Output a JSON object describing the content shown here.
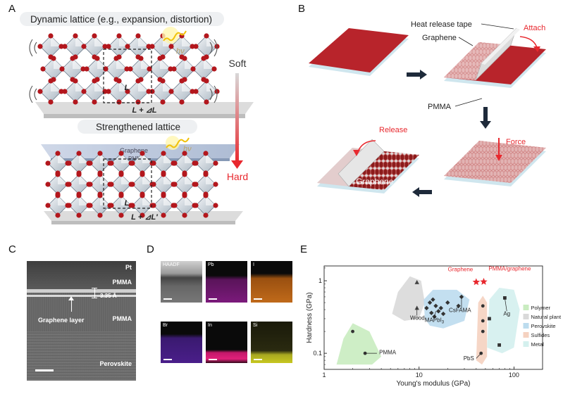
{
  "panels": {
    "a": {
      "letter": "A",
      "dynamic_title": "Dynamic lattice (e.g., expansion, distortion)",
      "strengthened_title": "Strengthened lattice",
      "hv": "hν",
      "L": "L",
      "L_dL": "L + ⊿L",
      "L_dLp": "L + ⊿L′",
      "soft": "Soft",
      "hard": "Hard",
      "graphene": "Graphene",
      "pmma": "PMMA"
    },
    "b": {
      "letter": "B",
      "heat_release_tape": "Heat release tape",
      "graphene": "Graphene",
      "attach": "Attach",
      "pmma": "PMMA",
      "force": "Force",
      "release": "Release",
      "graphene2": "Graphene"
    },
    "c": {
      "letter": "C",
      "pt": "Pt",
      "pmma_top": "PMMA",
      "spacing": "3.35 Å",
      "graphene_layer": "Graphene layer",
      "pmma_bottom": "PMMA",
      "perovskite": "Perovskite"
    },
    "d": {
      "letter": "D",
      "tiles": [
        {
          "label": "HAADF",
          "color": "#8a8a8a"
        },
        {
          "label": "Pb",
          "color": "#c020c0"
        },
        {
          "label": "I",
          "color": "#e07b1a"
        },
        {
          "label": "Br",
          "color": "#7a2ad0"
        },
        {
          "label": "In",
          "color": "#e0207a"
        },
        {
          "label": "Si",
          "color": "#c8c820"
        }
      ]
    },
    "e": {
      "letter": "E",
      "accent_red": "#e8282e"
    }
  },
  "chart_data": {
    "type": "scatter",
    "xlabel": "Young's modulus (GPa)",
    "ylabel": "Hardness (GPa)",
    "x_scale": "log",
    "y_scale": "log",
    "xlim": [
      1,
      200
    ],
    "ylim": [
      0.06,
      1.6
    ],
    "x_ticks": [
      1,
      10,
      100
    ],
    "x_tick_labels": [
      "1",
      "10",
      "100"
    ],
    "y_ticks": [
      0.1,
      1
    ],
    "y_tick_labels": [
      "0.1",
      "1"
    ],
    "grid": false,
    "legend_position": "right",
    "legend": [
      {
        "label": "Polymer",
        "color": "#c9ecc0"
      },
      {
        "label": "Natural plant",
        "color": "#d9d9d9"
      },
      {
        "label": "Perovskite",
        "color": "#bcdcee"
      },
      {
        "label": "Sulfides",
        "color": "#f5d2c0"
      },
      {
        "label": "Metal",
        "color": "#d4f0ee"
      }
    ],
    "series": [
      {
        "name": "Polymer",
        "marker": "circle",
        "points": [
          [
            2.0,
            0.2
          ],
          [
            2.7,
            0.1
          ]
        ]
      },
      {
        "name": "Natural plant",
        "marker": "triangle",
        "points": [
          [
            9.5,
            0.95
          ],
          [
            9.5,
            0.42
          ]
        ]
      },
      {
        "name": "Perovskite",
        "marker": "diamond",
        "points": [
          [
            12.0,
            0.42
          ],
          [
            13.0,
            0.5
          ],
          [
            14.0,
            0.55
          ],
          [
            15.0,
            0.45
          ],
          [
            16.0,
            0.38
          ],
          [
            17.0,
            0.42
          ],
          [
            18.0,
            0.35
          ],
          [
            14.5,
            0.32
          ],
          [
            13.5,
            0.36
          ],
          [
            20.0,
            0.5
          ],
          [
            28.0,
            0.6
          ],
          [
            26.0,
            0.45
          ]
        ]
      },
      {
        "name": "Sulfides",
        "marker": "circle",
        "points": [
          [
            47.0,
            0.45
          ],
          [
            47.0,
            0.2
          ],
          [
            47.0,
            0.28
          ],
          [
            45.0,
            0.1
          ]
        ]
      },
      {
        "name": "Metal",
        "marker": "square",
        "points": [
          [
            80.0,
            0.58
          ],
          [
            70.0,
            0.13
          ],
          [
            55.0,
            0.3
          ]
        ]
      },
      {
        "name": "Graphene",
        "marker": "star",
        "points": [
          [
            40.0,
            0.96
          ]
        ]
      },
      {
        "name": "PMMA/graphene",
        "marker": "star",
        "points": [
          [
            48.0,
            0.97
          ]
        ]
      }
    ],
    "annotations": [
      "Graphene",
      "PMMA/graphene",
      "Wood",
      "MAPbI3",
      "CsFAMA",
      "PbS",
      "Ag",
      "PMMA"
    ]
  }
}
